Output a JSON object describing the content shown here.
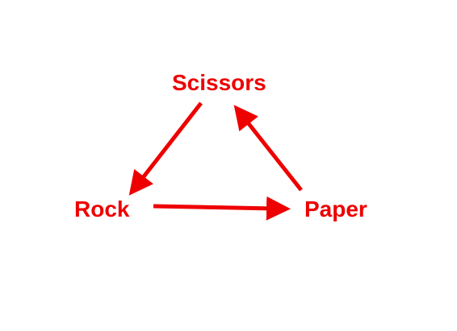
{
  "diagram": {
    "nodes": {
      "scissors": "Scissors",
      "rock": "Rock",
      "paper": "Paper"
    },
    "edges": [
      {
        "from": "Scissors",
        "to": "Rock"
      },
      {
        "from": "Rock",
        "to": "Paper"
      },
      {
        "from": "Paper",
        "to": "Scissors"
      }
    ],
    "colors": {
      "accent": "#ee0000"
    }
  }
}
